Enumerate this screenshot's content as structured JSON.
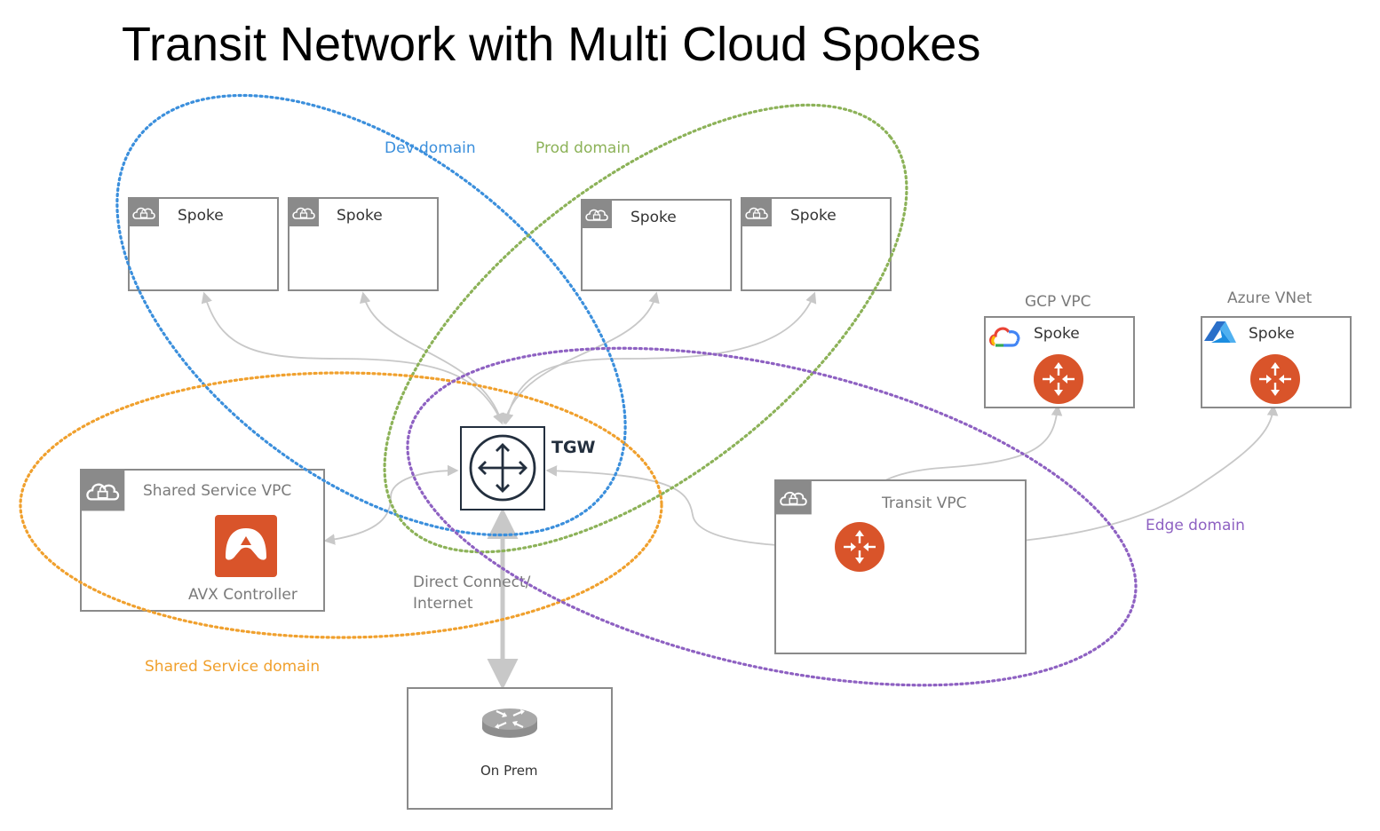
{
  "title": "Transit Network with Multi Cloud Spokes",
  "domains": {
    "dev": {
      "label": "Dev domain",
      "color": "#3b8fdc"
    },
    "prod": {
      "label": "Prod domain",
      "color": "#8cb258"
    },
    "shared": {
      "label": "Shared Service domain",
      "color": "#f0a02d"
    },
    "edge": {
      "label": "Edge domain",
      "color": "#8e61c2"
    }
  },
  "spokes": {
    "dev_1": "Spoke",
    "dev_2": "Spoke",
    "prod_1": "Spoke",
    "prod_2": "Spoke"
  },
  "gcp": {
    "header": "GCP VPC",
    "label": "Spoke",
    "icon": "google-cloud-icon"
  },
  "azure": {
    "header": "Azure VNet",
    "label": "Spoke",
    "icon": "azure-icon"
  },
  "tgw": {
    "label": "TGW"
  },
  "shared_service": {
    "label": "Shared Service VPC",
    "controller": "AVX Controller"
  },
  "transit": {
    "label": "Transit VPC"
  },
  "link": {
    "line1": "Direct Connect/",
    "line2": "Internet"
  },
  "onprem": {
    "label": "On Prem"
  },
  "colors": {
    "aviatrix_orange": "#d9542a",
    "line_gray": "#c8c8c8",
    "box_border": "#8a8a8a",
    "vpc_badge": "#8a8a8a"
  }
}
